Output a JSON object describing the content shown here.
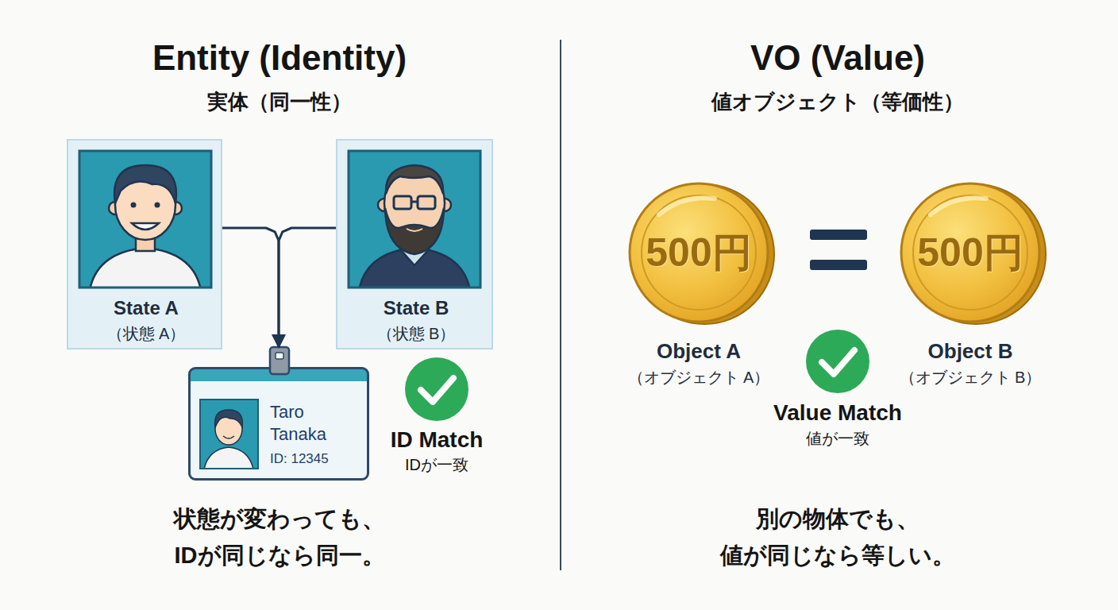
{
  "diagram": {
    "nodes": [
      {
        "text": [
          "State A",
          "（状態 A）"
        ]
      },
      {
        "text": [
          "State B",
          "（状態 B）"
        ]
      },
      {
        "text": [
          "Taro Tanaka",
          "ID: 12345"
        ]
      },
      {
        "text": [
          "500円",
          "Object A",
          "（オブジェクト A）"
        ]
      },
      {
        "text": [
          "500円",
          "Object B",
          "（オブジェクト B）"
        ]
      }
    ],
    "edges": [
      {
        "from": 0,
        "to": 2,
        "arrow": "to"
      },
      {
        "from": 1,
        "to": 2,
        "arrow": "to"
      }
    ],
    "labels": [
      "Entity (Identity)",
      "実体（同一性）",
      "ID Match",
      "IDが一致",
      "状態が変わっても、 IDが同じなら同一。",
      "VO (Value)",
      "値オブジェクト（等価性）",
      "Value Match",
      "値が一致",
      "別の物体でも、 値が同じなら等しい。"
    ]
  }
}
